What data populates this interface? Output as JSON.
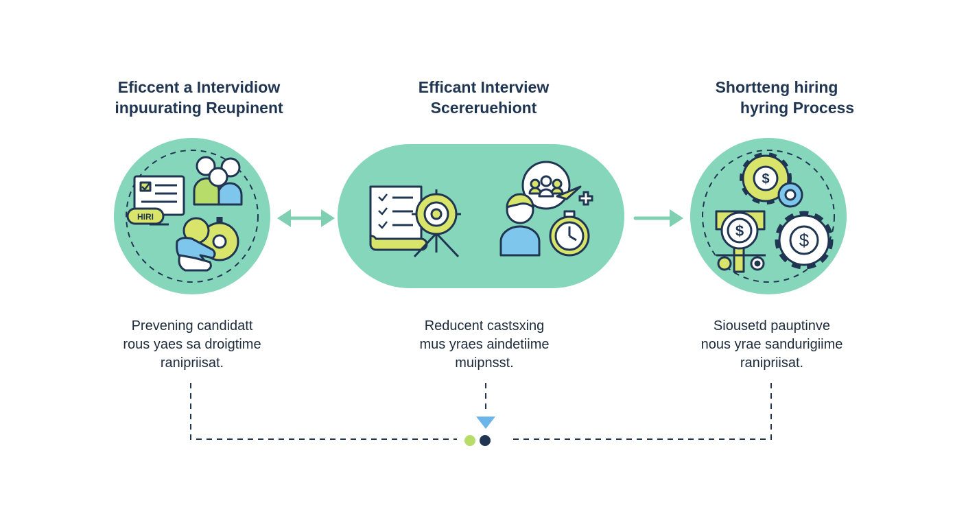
{
  "steps": [
    {
      "title_line1": "Eficcent a Intervidiow",
      "title_line2": "inpuurating Reupinent",
      "desc_line1": "Prevening candidatt",
      "desc_line2": "rous yaes sa droigtime",
      "desc_line3": "ranipriisat.",
      "badge_label": "HIRI",
      "icons": [
        "resume-screen-icon",
        "people-group-icon",
        "hire-tag-icon",
        "handshake-gear-icon"
      ]
    },
    {
      "title_line1": "Efficant Interview",
      "title_line2": "Scereruehiont",
      "desc_line1": "Reducent castsxing",
      "desc_line2": "mus yraes aindetiime",
      "desc_line3": "muipnsst.",
      "icons": [
        "checklist-document-icon",
        "target-icon",
        "candidates-circle-icon",
        "person-icon",
        "stopwatch-icon"
      ]
    },
    {
      "title_line1": "Shortteng hiring",
      "title_line2": "hyring Process",
      "desc_line1": "Siousetd pauptinve",
      "desc_line2": "nous yrae sandurigiime",
      "desc_line3": "ranipriisat.",
      "icons": [
        "dollar-gear-icon",
        "dollar-coin-icon",
        "gear-dollar-icon",
        "scale-icon"
      ]
    }
  ],
  "colors": {
    "mint": "#86d6bc",
    "navy": "#1f3551",
    "yellow": "#d9e46a",
    "blue": "#7fc6ec",
    "lime": "#b8dc6a",
    "arrow": "#7fcfb3",
    "pointer": "#6ab6ea"
  }
}
